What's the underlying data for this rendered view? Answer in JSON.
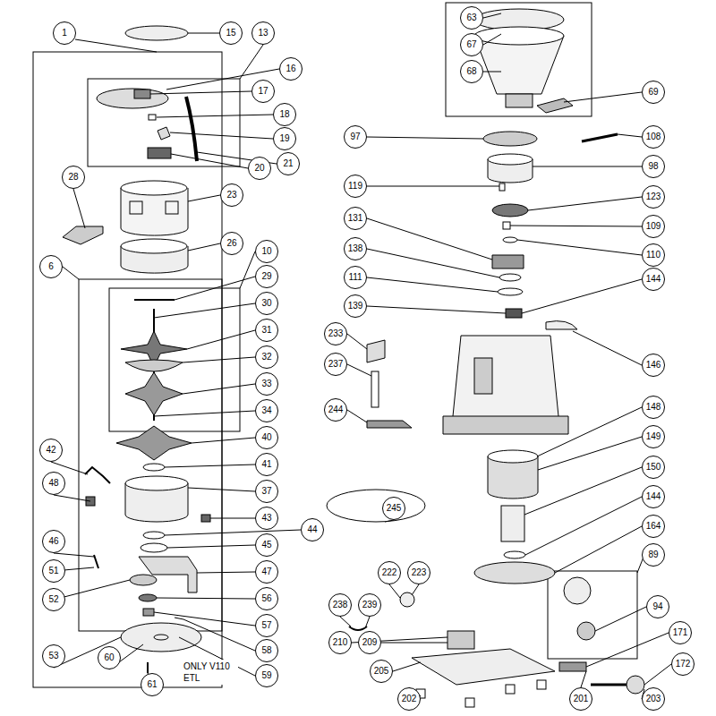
{
  "diagram": {
    "labels": [
      "1",
      "15",
      "13",
      "16",
      "17",
      "18",
      "19",
      "21",
      "20",
      "23",
      "28",
      "26",
      "6",
      "10",
      "29",
      "30",
      "31",
      "32",
      "33",
      "34",
      "40",
      "41",
      "42",
      "37",
      "48",
      "43",
      "44",
      "46",
      "45",
      "51",
      "47",
      "52",
      "56",
      "57",
      "58",
      "53",
      "60",
      "59",
      "61",
      "ONLY V110 ETL",
      "63",
      "67",
      "68",
      "69",
      "97",
      "108",
      "98",
      "119",
      "123",
      "109",
      "131",
      "110",
      "138",
      "111",
      "139",
      "144",
      "146",
      "233",
      "237",
      "244",
      "148",
      "149",
      "150",
      "245",
      "144",
      "164",
      "222",
      "223",
      "238",
      "239",
      "89",
      "94",
      "210",
      "209",
      "171",
      "172",
      "205",
      "202",
      "201",
      "203"
    ]
  }
}
